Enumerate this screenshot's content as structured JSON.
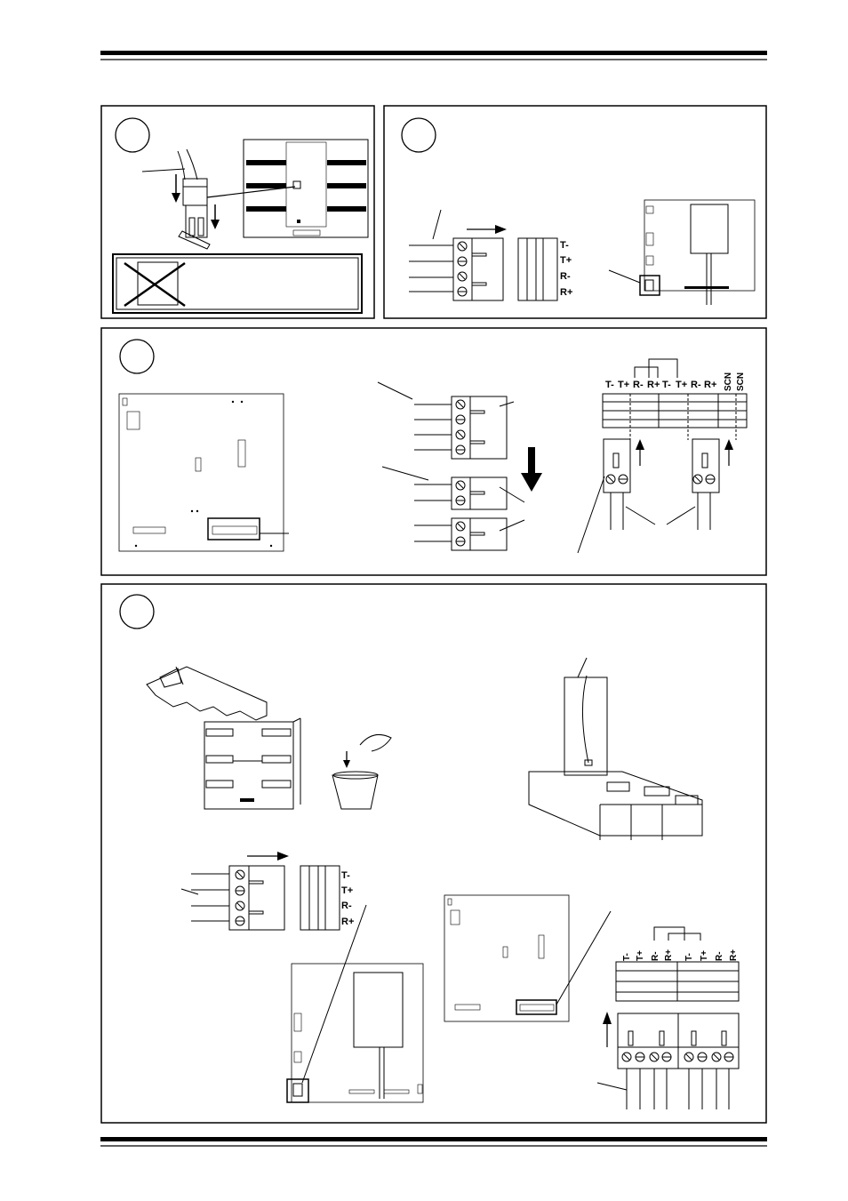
{
  "panel_b_terminals": [
    "T-",
    "T+",
    "R-",
    "R+"
  ],
  "panel_c_header": [
    "T-",
    "T+",
    "R-",
    "R+",
    "T-",
    "T+",
    "R-",
    "R+",
    "SCN",
    "SCN"
  ],
  "panel_d_terminals": [
    "T-",
    "T+",
    "R-",
    "R+"
  ],
  "panel_d_header": [
    "T-",
    "T+",
    "R-",
    "R+",
    "T-",
    "T+",
    "R-",
    "R+"
  ],
  "colors": {
    "ink": "#000000",
    "paper": "#ffffff"
  }
}
